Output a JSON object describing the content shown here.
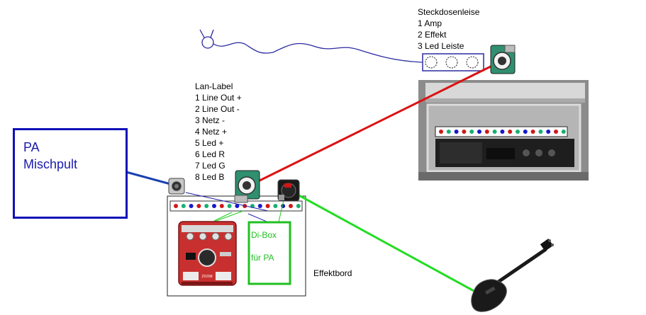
{
  "steckdosenleiste": {
    "title": "Steckdosenleise",
    "items": [
      "1 Amp",
      "2 Effekt",
      "3 Led Leiste"
    ]
  },
  "lan_label": {
    "title": "Lan-Label",
    "items": [
      "1 Line Out +",
      "2 Line Out -",
      "3 Netz -",
      "4 Netz +",
      "5 Led +",
      "6 Led R",
      "7 Led G",
      "8 Led B"
    ]
  },
  "pa": {
    "line1": "PA",
    "line2": "Mischpult"
  },
  "dibox": {
    "line1": "Di-Box",
    "line2": "für PA"
  },
  "effektbord": "Effektbord",
  "pedal_brand": "ZOOM",
  "colors": {
    "pa_line": "#1a3fb0",
    "power_line": "#dd1111",
    "guitar_line": "#22dd22",
    "mains_cable": "#2a2aa0",
    "dibox": "#20c020",
    "led_cycle": [
      "#d01818",
      "#18b070",
      "#1818c8"
    ]
  }
}
